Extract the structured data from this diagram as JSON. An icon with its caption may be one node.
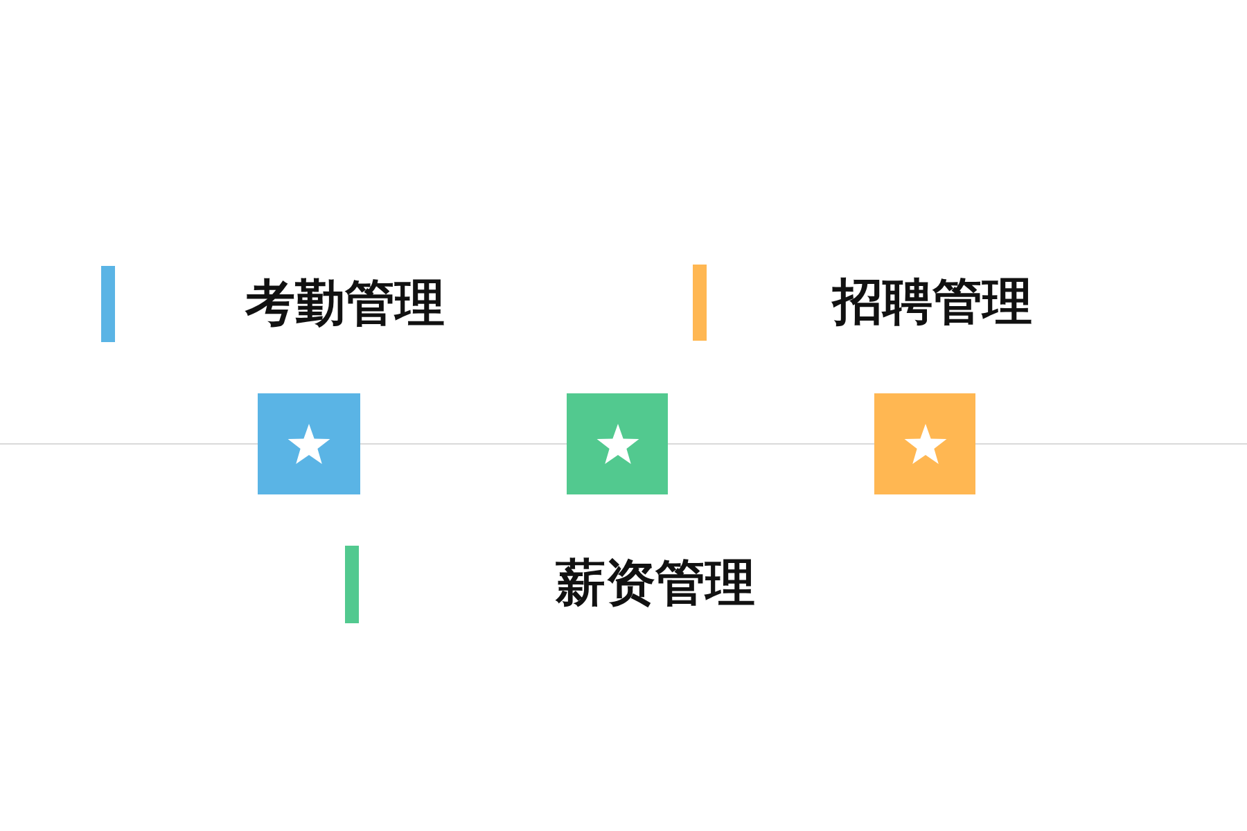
{
  "diagram": {
    "nodes": [
      {
        "text": [
          "考勤管理"
        ]
      },
      {
        "text": [
          "招聘管理"
        ]
      },
      {
        "text": [],
        "shape": "box"
      },
      {
        "text": [],
        "shape": "box"
      },
      {
        "text": [],
        "shape": "box"
      },
      {
        "text": [
          "薪资管理"
        ]
      }
    ]
  }
}
